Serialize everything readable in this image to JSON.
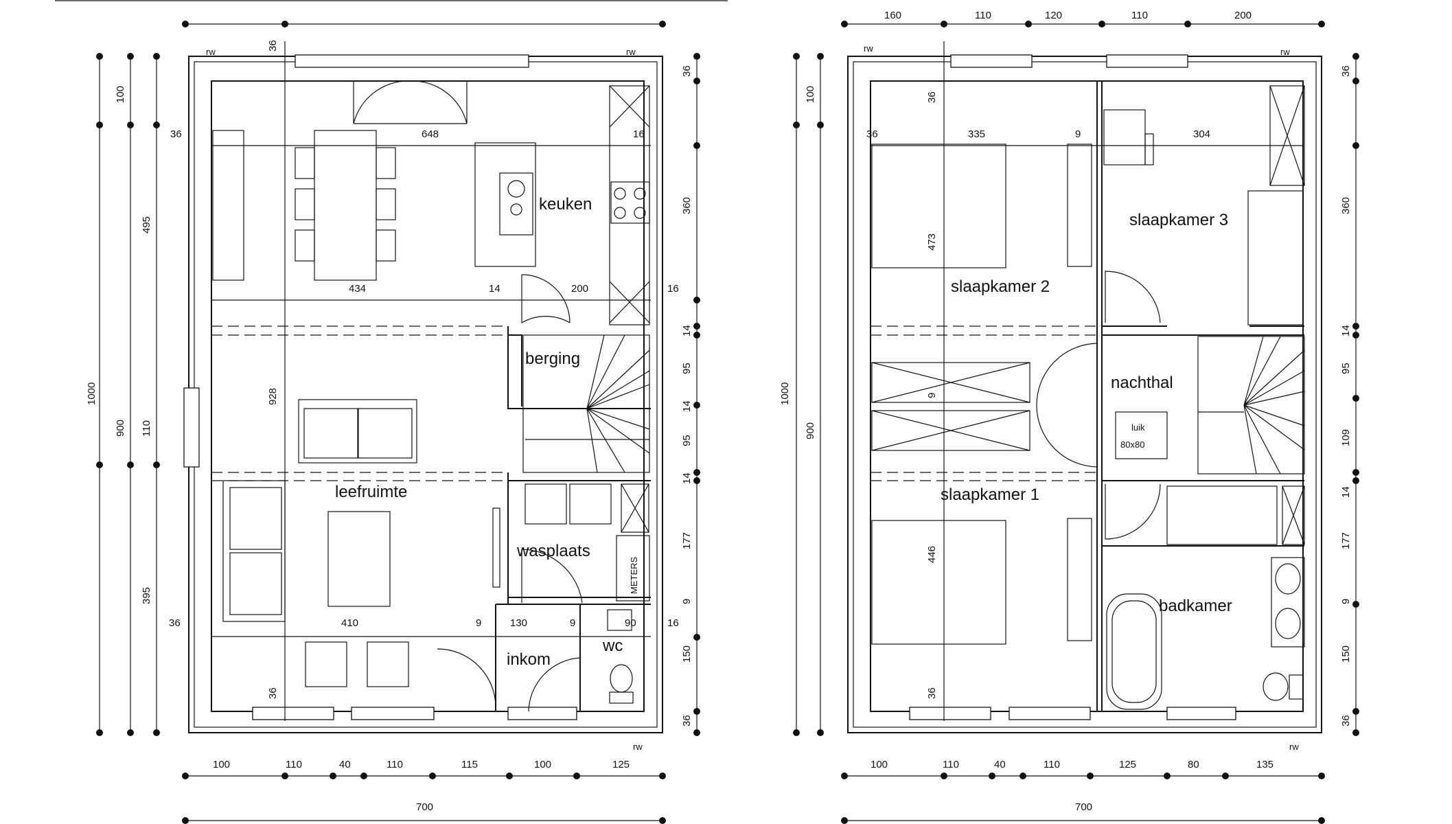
{
  "plans": [
    {
      "rooms": [
        "keuken",
        "berging",
        "leefruimte",
        "wasplaats",
        "inkom",
        "wc"
      ],
      "meters_label": "METERS",
      "rw_labels": [
        "rw",
        "rw",
        "rw"
      ],
      "bottom_dims": [
        "100",
        "110",
        "40",
        "110",
        "115",
        "100",
        "125"
      ],
      "total_width": "700",
      "left_dims": [
        "100",
        "495",
        "110",
        "395",
        "900",
        "1000"
      ],
      "right_dims": [
        "36",
        "360",
        "14",
        "95",
        "14",
        "95",
        "14",
        "177",
        "9",
        "150",
        "36"
      ],
      "inner_dims": [
        "36",
        "648",
        "16",
        "36",
        "434",
        "14",
        "200",
        "16",
        "928",
        "36",
        "410",
        "9",
        "130",
        "9",
        "90",
        "16",
        "36"
      ]
    },
    {
      "rooms": [
        "slaapkamer 3",
        "slaapkamer 2",
        "nachthal",
        "slaapkamer 1",
        "badkamer"
      ],
      "hatch_label": "luik",
      "hatch_size": "80x80",
      "rw_labels": [
        "rw",
        "rw",
        "rw"
      ],
      "top_dims": [
        "160",
        "110",
        "120",
        "110",
        "200"
      ],
      "bottom_dims": [
        "100",
        "110",
        "40",
        "110",
        "125",
        "80",
        "135"
      ],
      "total_width": "700",
      "left_dims": [
        "100",
        "900",
        "1000"
      ],
      "right_dims": [
        "36",
        "360",
        "14",
        "95",
        "109",
        "14",
        "177",
        "9",
        "150",
        "36"
      ],
      "inner_dims": [
        "36",
        "36",
        "335",
        "9",
        "304",
        "473",
        "9",
        "446",
        "36"
      ]
    }
  ]
}
